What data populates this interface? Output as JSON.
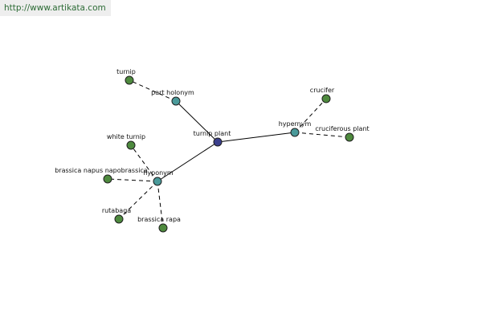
{
  "url": {
    "text": "http://www.artikata.com",
    "color": "#2c6b35",
    "background": "#eeeeee"
  },
  "colors": {
    "center_node": "#3b3f8c",
    "relation_node": "#4a9a9a",
    "leaf_node": "#4e8a3e",
    "edge": "#000000"
  },
  "graph": {
    "center": {
      "id": "turnip-plant",
      "label": "turnip plant"
    },
    "relations": [
      {
        "id": "part-holonym",
        "label": "part holonym",
        "terms": [
          {
            "id": "turnip",
            "label": "turnip"
          }
        ]
      },
      {
        "id": "hypernym",
        "label": "hypernym",
        "terms": [
          {
            "id": "crucifer",
            "label": "crucifer"
          },
          {
            "id": "cruciferous-plant",
            "label": "cruciferous plant"
          }
        ]
      },
      {
        "id": "hyponym",
        "label": "hyponym",
        "terms": [
          {
            "id": "white-turnip",
            "label": "white turnip"
          },
          {
            "id": "brassica-napus-napobrassica",
            "label": "brassica napus napobrassica"
          },
          {
            "id": "rutabaga",
            "label": "rutabaga"
          },
          {
            "id": "brassica-rapa",
            "label": "brassica rapa"
          }
        ]
      }
    ]
  }
}
